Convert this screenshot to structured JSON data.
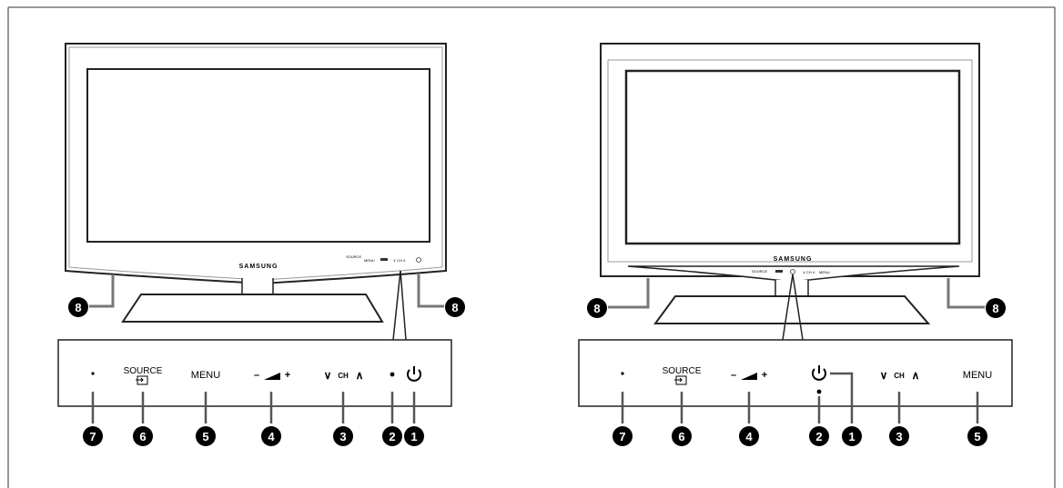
{
  "brand": "SAMSUNG",
  "left_tv": {
    "panel_buttons": {
      "source_label": "SOURCE",
      "menu_label": "MENU",
      "vol_minus": "–",
      "vol_plus": "+",
      "ch_down": "∨",
      "ch_label": "CH",
      "ch_up": "∧"
    },
    "callouts": [
      "7",
      "6",
      "5",
      "4",
      "3",
      "2",
      "1"
    ],
    "stand_callouts": [
      "8",
      "8"
    ]
  },
  "right_tv": {
    "panel_buttons": {
      "source_label": "SOURCE",
      "menu_label": "MENU",
      "vol_minus": "–",
      "vol_plus": "+",
      "ch_down": "∨",
      "ch_label": "CH",
      "ch_up": "∧"
    },
    "callouts": [
      "7",
      "6",
      "4",
      "2",
      "1",
      "3",
      "5"
    ],
    "stand_callouts": [
      "8",
      "8"
    ]
  }
}
